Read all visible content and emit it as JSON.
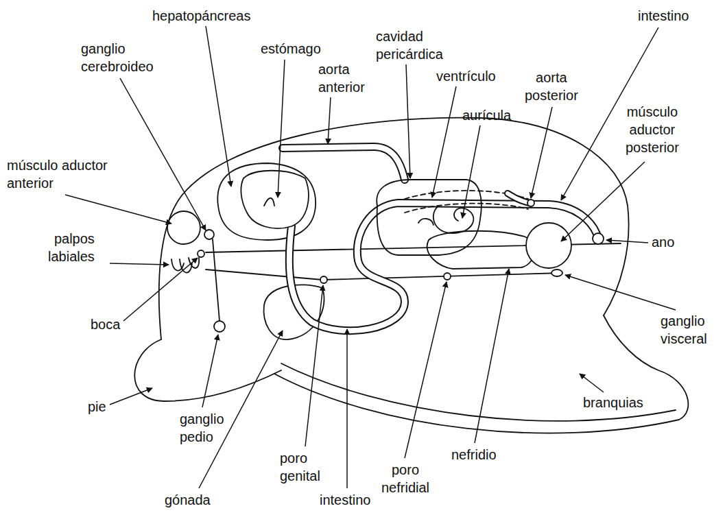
{
  "diagram": {
    "labels": [
      "hepatopáncreas",
      "ganglio cerebroideo",
      "estómago",
      "aorta anterior",
      "cavidad pericárdica",
      "ventrículo",
      "intestino",
      "aurícula",
      "aorta posterior",
      "músculo aductor posterior",
      "músculo aductor anterior",
      "palpos labiales",
      "ano",
      "boca",
      "ganglio visceral",
      "pie",
      "branquias",
      "ganglio pedio",
      "poro genital",
      "nefridio",
      "poro nefridial",
      "gónada",
      "intestino"
    ]
  }
}
